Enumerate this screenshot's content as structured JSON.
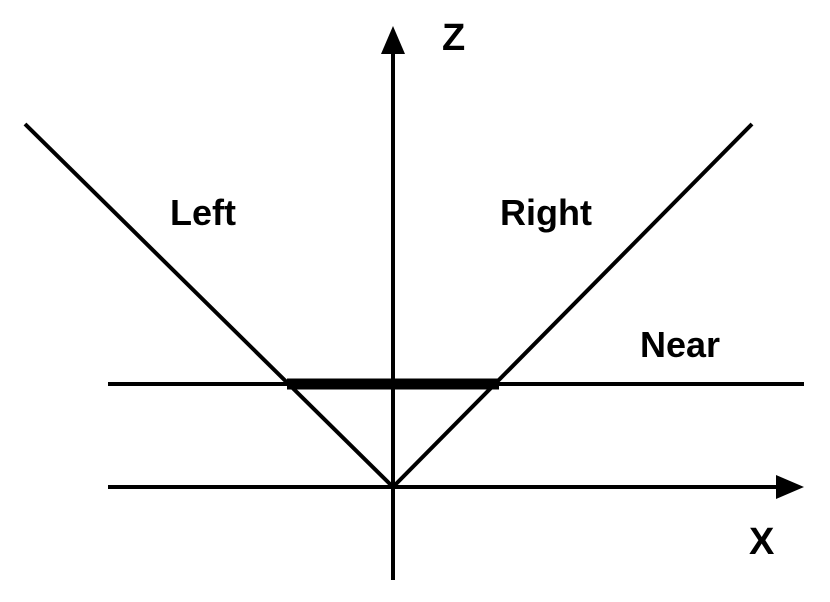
{
  "diagram": {
    "labels": {
      "z_axis": "Z",
      "x_axis": "X",
      "left": "Left",
      "right": "Right",
      "near": "Near"
    },
    "colors": {
      "stroke": "#000000",
      "background": "#ffffff"
    }
  }
}
